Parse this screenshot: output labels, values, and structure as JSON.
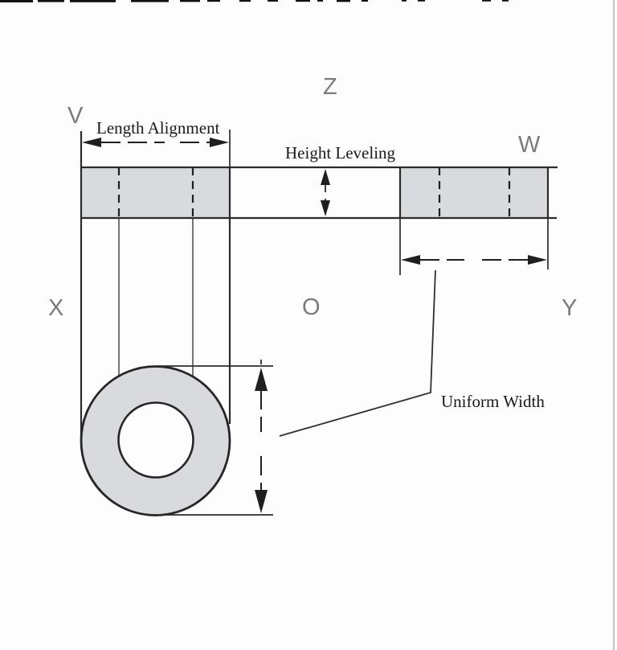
{
  "labels": {
    "v": "V",
    "z": "Z",
    "w": "W",
    "x": "X",
    "o": "O",
    "y": "Y",
    "length_alignment": "Length Alignment",
    "height_leveling": "Height Leveling",
    "uniform_width": "Uniform Width"
  },
  "colors": {
    "line": "#2b2b2b",
    "shade": "#d9dade",
    "letters": "#7b7b7b",
    "text": "#1a1a1a",
    "page_edge": "#c8c8c8"
  }
}
